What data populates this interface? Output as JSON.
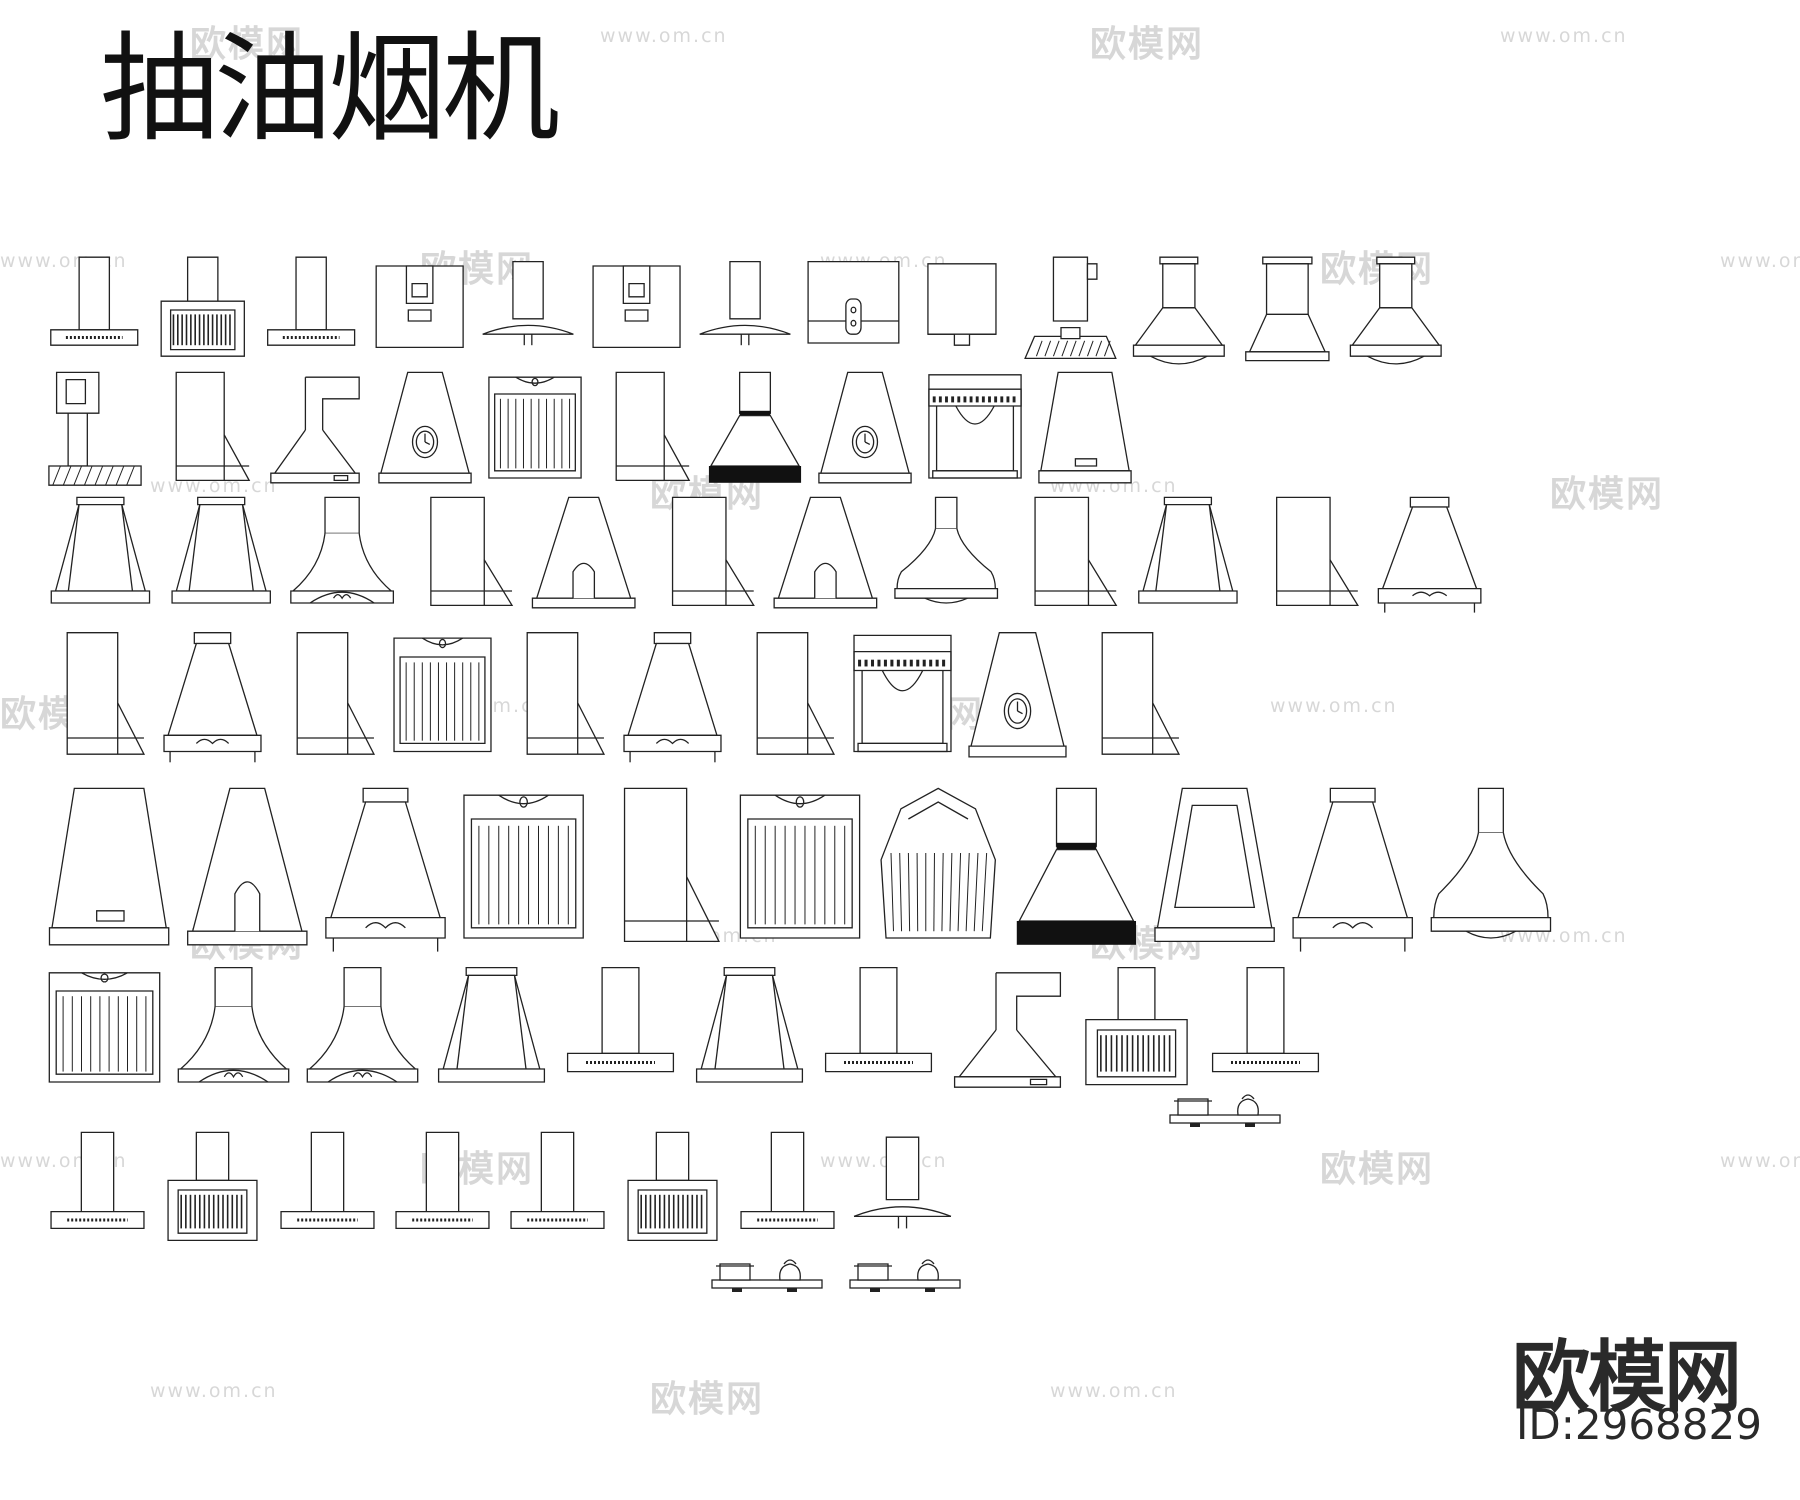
{
  "title": "抽油烟机",
  "brand": "欧模网",
  "id_label": "ID:2968829",
  "watermark": {
    "logo": "欧模网",
    "url": "www.om.cn"
  },
  "catalog": {
    "rows": [
      [
        "flat-t",
        "flat-t-louver",
        "flat-t",
        "box-panel",
        "curved-glass",
        "box-panel",
        "curved-glass",
        "wall-box",
        "small-cyl",
        "island-pipe",
        "flared-cornice",
        "straight-cornice",
        "flared-cornice"
      ],
      [
        "small-box",
        "side-profile",
        "pipe-round",
        "pyramid-clock",
        "fluted-panel",
        "side-profile",
        "pipe-black-base",
        "pyramid-clock",
        "arched-panel",
        "pyramid-plain"
      ],
      [
        "pyramid-cornice",
        "pyramid-cornice",
        "bell-scroll",
        "side-profile",
        "pyramid-arch",
        "side-profile",
        "pyramid-arch",
        "bell-round",
        "side-profile",
        "pyramid-cornice",
        "side-profile",
        "pyramid-ornate"
      ],
      [
        "side-profile",
        "pyramid-ornate",
        "side-profile",
        "fluted-panel",
        "side-profile",
        "pyramid-ornate",
        "side-profile",
        "arched-panel",
        "pyramid-clock",
        "side-profile"
      ],
      [
        "pyramid-plain",
        "pyramid-arch",
        "pyramid-ornate",
        "fluted-panel",
        "side-profile",
        "fluted-panel",
        "fluted-hex",
        "pipe-black-base",
        "pyramid-window",
        "pyramid-ornate",
        "bell-round"
      ],
      [
        "fluted-panel",
        "bell-scroll",
        "bell-scroll",
        "pyramid-cornice",
        "flat-t",
        "pyramid-cornice",
        "flat-t",
        "pipe-round",
        "flat-t-louver",
        "flat-t"
      ],
      [
        "flat-t",
        "flat-t-louver",
        "flat-t",
        "flat-t",
        "flat-t",
        "flat-t-louver",
        "flat-t",
        "curved-glass"
      ]
    ]
  }
}
